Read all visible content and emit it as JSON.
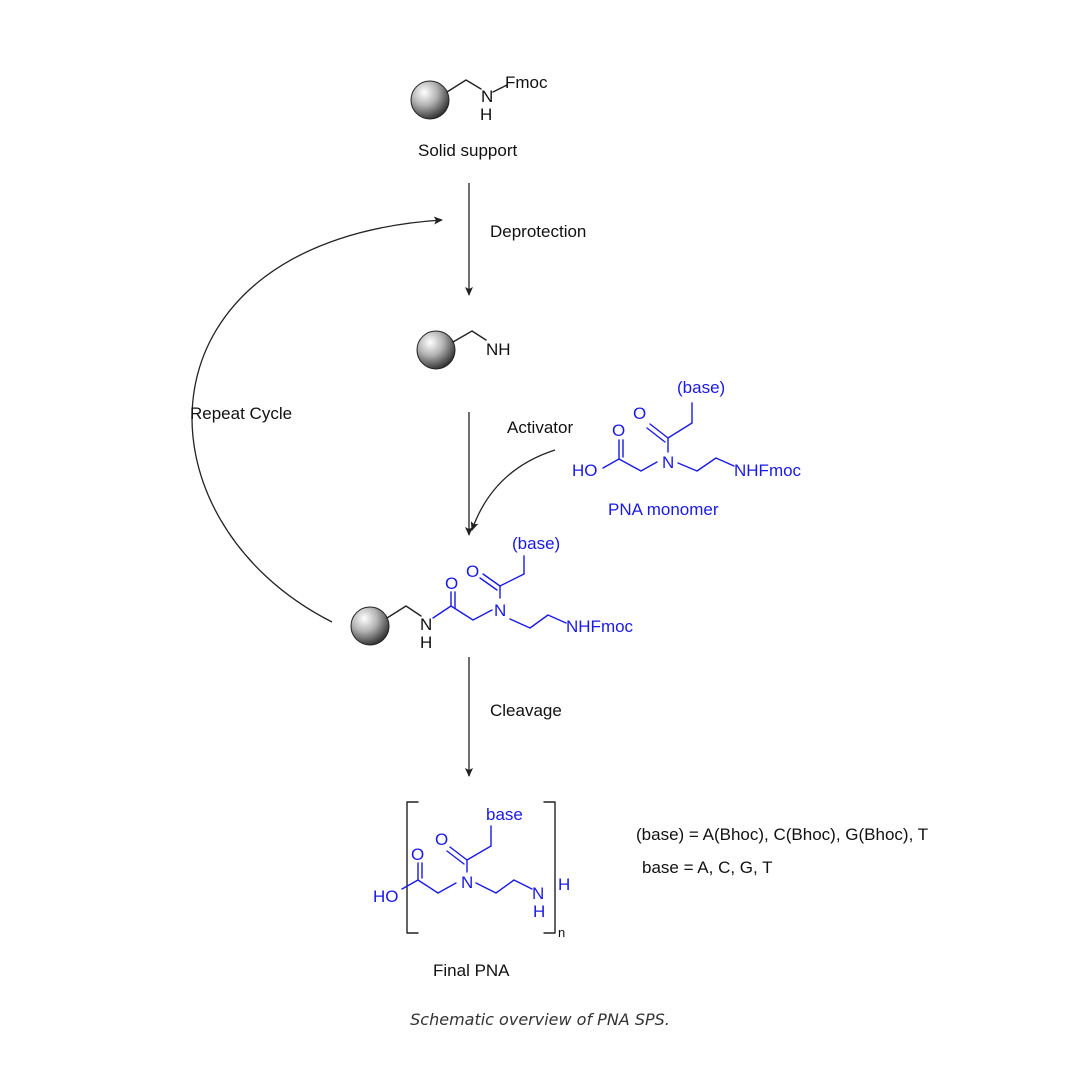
{
  "labels": {
    "solid_support": "Solid support",
    "deprotection": "Deprotection",
    "activator": "Activator",
    "repeat_cycle": "Repeat Cycle",
    "pna_monomer": "PNA monomer",
    "cleavage": "Cleavage",
    "final_pna": "Final PNA",
    "legend_line1": "(base) = A(Bhoc), C(Bhoc), G(Bhoc), T",
    "legend_line2": "base = A, C, G, T",
    "caption": "Schematic overview of PNA SPS."
  },
  "atoms": {
    "fmoc": "Fmoc",
    "n": "N",
    "h": "H",
    "nh": "NH",
    "o": "O",
    "ho": "HO",
    "nhfmoc": "NHFmoc",
    "base_protected": "(base)",
    "base": "base",
    "repeat_n": "n"
  },
  "colors": {
    "monomer_blue": "#1a1ae6",
    "text_black": "#111111"
  }
}
